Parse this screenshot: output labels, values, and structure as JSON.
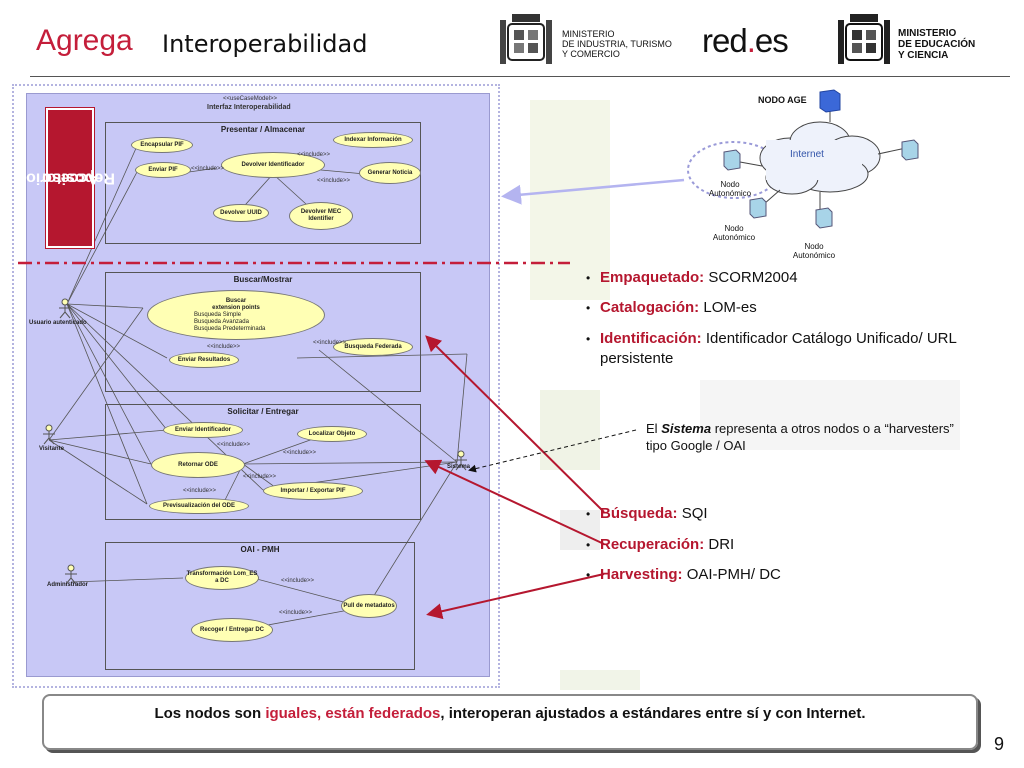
{
  "header": {
    "brand": "Agrega",
    "subtitle": "Interoperabilidad",
    "ministry_industry": [
      "MINISTERIO",
      "DE INDUSTRIA, TURISMO",
      "Y COMERCIO"
    ],
    "redes_logo": {
      "part1": "red",
      "dot": ".",
      "part2": "es"
    },
    "ministry_education": [
      "MINISTERIO",
      "DE EDUCACIÓN",
      "Y CIENCIA"
    ]
  },
  "repository_badge": {
    "line1": "Acceso",
    "line2": "Repositorio"
  },
  "uml": {
    "stereotype": "<<useCaseModel>>",
    "title": "Interfaz Interoperabilidad",
    "packages": {
      "presentar": {
        "title": "Presentar / Almacenar",
        "use_cases": [
          "Encapsular PIF",
          "Enviar PIF",
          "Devolver Identificador",
          "Indexar Información",
          "Generar Noticia",
          "Devolver UUID",
          "Devolver MEC Identifier"
        ],
        "notes": [
          "<<include>>",
          "<<include>>",
          "<<include>>"
        ]
      },
      "buscar": {
        "title": "Buscar/Mostrar",
        "use_cases": [
          "Buscar",
          "extension points",
          "Busqueda Simple",
          "Busqueda Avanzada",
          "Busqueda Predeterminada",
          "Busqueda Federada",
          "Enviar Resultados"
        ],
        "notes": [
          "<<include>>",
          "<<include>>"
        ]
      },
      "solicitar": {
        "title": "Solicitar / Entregar",
        "use_cases": [
          "Enviar Identificador",
          "Localizar Objeto",
          "Retornar ODE",
          "Importar / Exportar PIF",
          "Previsualización del ODE"
        ],
        "notes": [
          "<<include>>",
          "<<include>>",
          "<<include>>",
          "<<include>>"
        ]
      },
      "oai": {
        "title": "OAI - PMH",
        "use_cases": [
          "Transformación Lom_ES a DC",
          "Pull de metadatos",
          "Recoger / Entregar DC"
        ],
        "notes": [
          "<<include>>",
          "<<include>>"
        ]
      }
    },
    "actors": [
      "Usuario autenticado",
      "Visitante",
      "Sistema",
      "Administrador"
    ]
  },
  "network": {
    "top_label": "NODO AGE",
    "cloud_label": "Internet",
    "nodes": [
      "Nodo Autonómico",
      "Nodo Autonómico",
      "Nodo Autonómico"
    ]
  },
  "bullets_top": [
    {
      "label": "Empaquetado:",
      "value": "SCORM2004"
    },
    {
      "label": "Catalogación:",
      "value": "LOM-es"
    },
    {
      "label": "Identificación:",
      "value": "Identificador Catálogo Unificado/ URL persistente"
    }
  ],
  "note": {
    "prefix": "El",
    "term": "Sistema",
    "text": "representa a otros nodos o a “harvesters” tipo Google / OAI"
  },
  "bullets_bottom": [
    {
      "label": "Búsqueda:",
      "value": "SQI"
    },
    {
      "label": "Recuperación:",
      "value": "DRI"
    },
    {
      "label": "Harvesting:",
      "value": "OAI-PMH/ DC"
    }
  ],
  "footer": {
    "before": "Los nodos son",
    "highlight": "iguales, están federados",
    "after": ", interoperan ajustados a estándares entre sí y con Internet."
  },
  "page_number": "9",
  "colors": {
    "accent": "#c41e3a",
    "diagram_bg": "#c8c8f6",
    "use_case_fill": "#ffffb4",
    "badge": "#b5172f"
  }
}
